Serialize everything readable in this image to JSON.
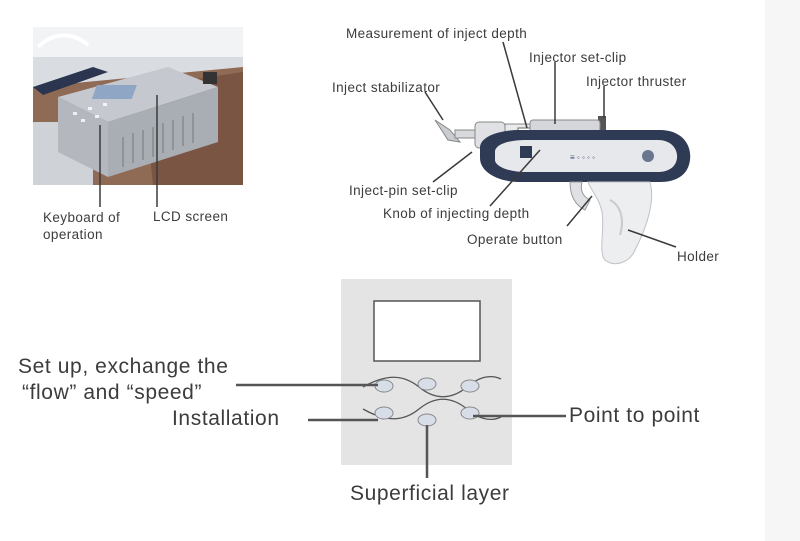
{
  "device_labels": {
    "keyboard": "Keyboard of\noperation",
    "lcd": "LCD screen"
  },
  "gun_labels": {
    "measurement": "Measurement of inject depth",
    "set_clip": "Injector set-clip",
    "thruster": "Injector thruster",
    "stabilizator": "Inject stabilizator",
    "pin_clip": "Inject-pin set-clip",
    "knob": "Knob of injecting depth",
    "operate": "Operate button",
    "holder": "Holder"
  },
  "panel_labels": {
    "setup_line1": "Set up, exchange the",
    "setup_line2": "“flow” and “speed”",
    "installation": "Installation",
    "point": "Point to point",
    "superficial": "Superficial layer"
  },
  "colors": {
    "text": "#3c3c3c",
    "leader": "#555555",
    "panel": "#e4e4e4",
    "gun_dark": "#2f3a55"
  }
}
